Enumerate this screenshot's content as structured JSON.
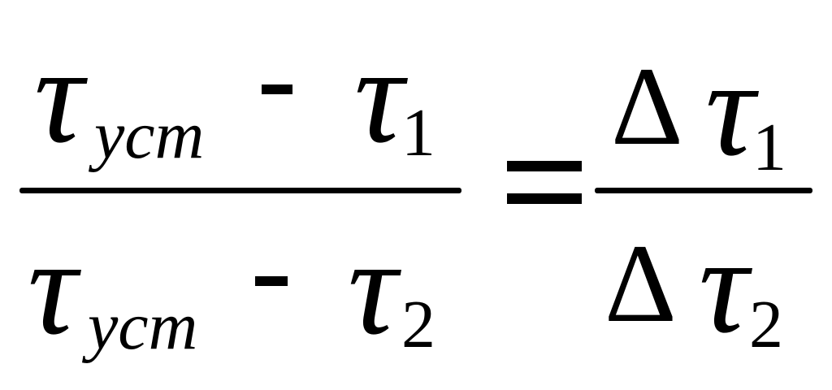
{
  "formula": {
    "lhs_numerator": {
      "term1_symbol": "τ",
      "term1_subscript": "уст",
      "operator": "-",
      "term2_symbol": "τ",
      "term2_subscript": "1"
    },
    "lhs_denominator": {
      "term1_symbol": "τ",
      "term1_subscript": "уст",
      "operator": "-",
      "term2_symbol": "τ",
      "term2_subscript": "2"
    },
    "equals": "=",
    "rhs_numerator": {
      "delta": "Δ",
      "symbol": "τ",
      "subscript": "1"
    },
    "rhs_denominator": {
      "delta": "Δ",
      "symbol": "τ",
      "subscript": "2"
    }
  }
}
